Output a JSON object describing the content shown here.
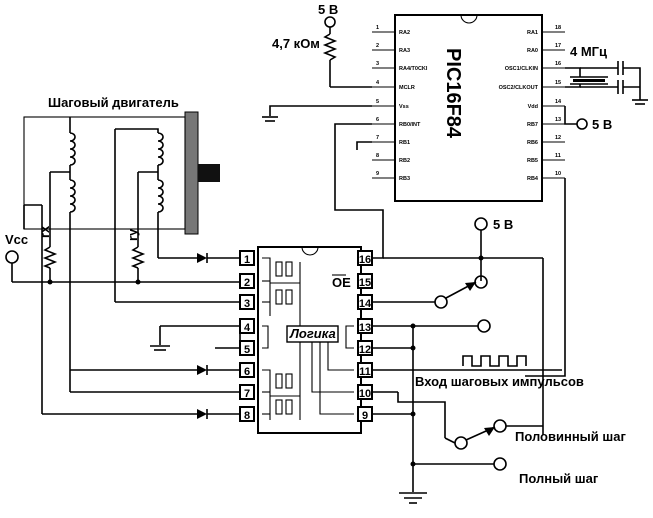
{
  "labels": {
    "v5_top": "5 В",
    "resistor": "4,7 кОм",
    "crystal": "4 МГц",
    "motor": "Шаговый двигатель",
    "mcu": "PIC16F84",
    "v5_right": "5 В",
    "vcc": "Vcc",
    "rx": "rx",
    "ry": "ry",
    "v5_driver": "5 В",
    "logic": "Логика",
    "oe": "OE",
    "step_input": "Вход шаговых импульсов",
    "half_step": "Половинный шаг",
    "full_step": "Полный шаг"
  },
  "mcu_pins_left": [
    {
      "num": "1",
      "name": "RA2"
    },
    {
      "num": "2",
      "name": "RA3"
    },
    {
      "num": "3",
      "name": "RA4/T0CKI"
    },
    {
      "num": "4",
      "name": "MCLR"
    },
    {
      "num": "5",
      "name": "Vss"
    },
    {
      "num": "6",
      "name": "RB0/INT"
    },
    {
      "num": "7",
      "name": "RB1"
    },
    {
      "num": "8",
      "name": "RB2"
    },
    {
      "num": "9",
      "name": "RB3"
    }
  ],
  "mcu_pins_right": [
    {
      "num": "18",
      "name": "RA1"
    },
    {
      "num": "17",
      "name": "RA0"
    },
    {
      "num": "16",
      "name": "OSC1/CLKIN"
    },
    {
      "num": "15",
      "name": "OSC2/CLKOUT"
    },
    {
      "num": "14",
      "name": "Vdd"
    },
    {
      "num": "13",
      "name": "RB7"
    },
    {
      "num": "12",
      "name": "RB6"
    },
    {
      "num": "11",
      "name": "RB5"
    },
    {
      "num": "10",
      "name": "RB4"
    }
  ],
  "driver_pins_left": [
    "1",
    "2",
    "3",
    "4",
    "5",
    "6",
    "7",
    "8"
  ],
  "driver_pins_right": [
    "16",
    "15",
    "14",
    "13",
    "12",
    "11",
    "10",
    "9"
  ]
}
